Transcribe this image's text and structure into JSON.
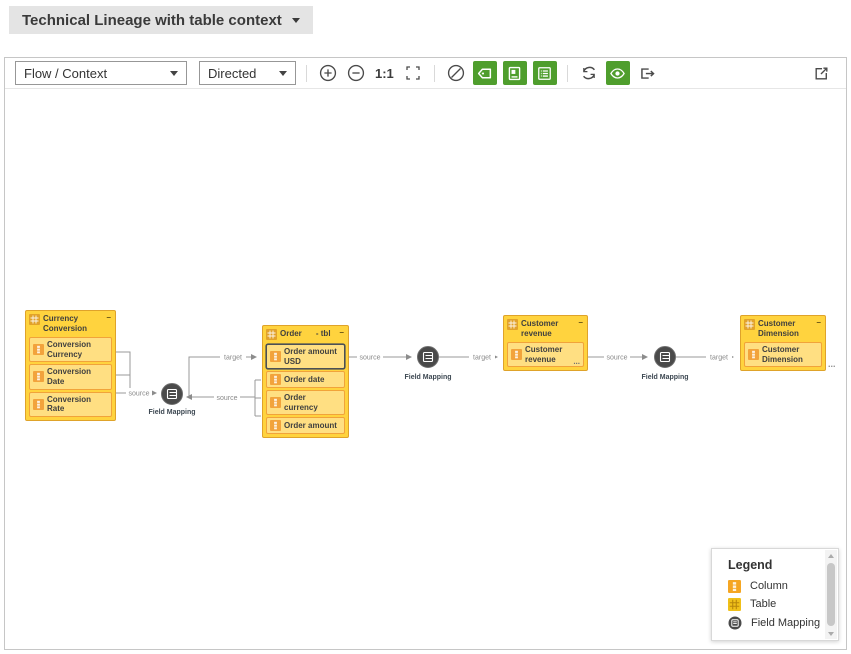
{
  "title_bar": {
    "label": "Technical Lineage with table context"
  },
  "toolbar": {
    "view_select": {
      "value": "Flow / Context"
    },
    "direction_select": {
      "value": "Directed"
    },
    "zoom_actual_label": "1:1"
  },
  "canvas": {
    "nodes": [
      {
        "title": "Currency Conversion",
        "suffix": "",
        "collapse_label": "–",
        "columns": [
          {
            "label": "Conversion Currency"
          },
          {
            "label": "Conversion Date"
          },
          {
            "label": "Conversion Rate"
          }
        ]
      },
      {
        "title": "Order",
        "suffix": "- tbl",
        "collapse_label": "–",
        "columns": [
          {
            "label": "Order amount USD"
          },
          {
            "label": "Order date"
          },
          {
            "label": "Order currency"
          },
          {
            "label": "Order amount"
          }
        ]
      },
      {
        "title": "Customer revenue",
        "suffix": "",
        "collapse_label": "–",
        "columns": [
          {
            "label": "Customer revenue",
            "ellipsis": "..."
          }
        ]
      },
      {
        "title": "Customer Dimension",
        "suffix": "",
        "collapse_label": "–",
        "columns": [
          {
            "label": "Customer Dimension"
          }
        ]
      }
    ],
    "field_mappings": [
      {
        "label": "Field Mapping"
      },
      {
        "label": "Field Mapping"
      },
      {
        "label": "Field Mapping"
      }
    ],
    "edges": [
      {
        "label": "source"
      },
      {
        "label": "target"
      },
      {
        "label": "source"
      },
      {
        "label": "source"
      },
      {
        "label": "target"
      },
      {
        "label": "source"
      },
      {
        "label": "target"
      }
    ],
    "overflow_ellipsis": "..."
  },
  "legend": {
    "title": "Legend",
    "items": [
      {
        "icon": "column-icon",
        "label": "Column"
      },
      {
        "icon": "table-icon",
        "label": "Table"
      },
      {
        "icon": "field-mapping-icon",
        "label": "Field Mapping"
      }
    ]
  },
  "colors": {
    "accent_green": "#4f9e2d",
    "table_header_yellow": "#ffd33e",
    "column_fill": "#ffdf82",
    "column_border": "#f1a33a",
    "field_mapping_gray": "#4a4a4a",
    "edge_gray": "#999999"
  }
}
